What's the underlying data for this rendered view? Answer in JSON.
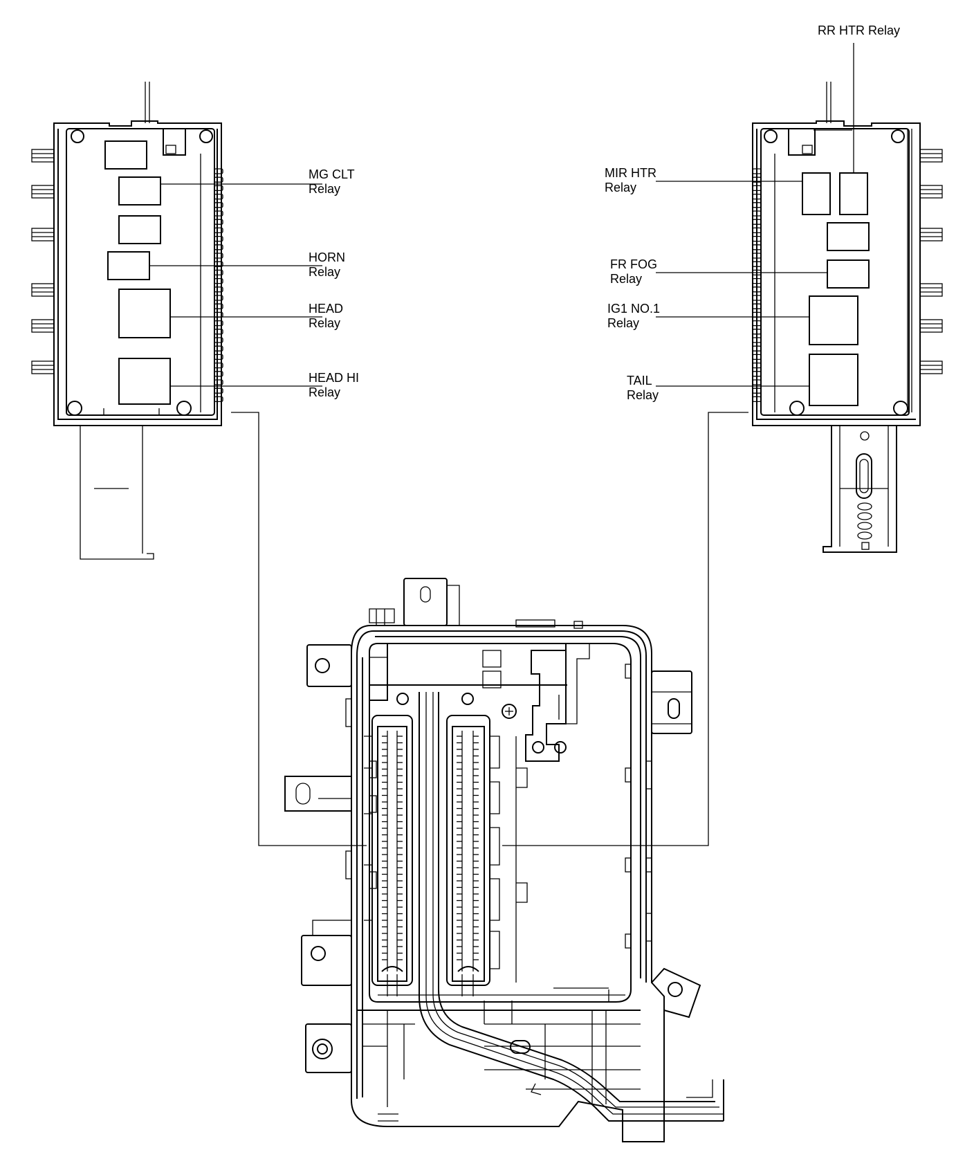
{
  "labels": {
    "mg_clt": [
      "MG CLT",
      "Relay"
    ],
    "horn": [
      "HORN",
      "Relay"
    ],
    "head": [
      "HEAD",
      "Relay"
    ],
    "head_hi": [
      "HEAD HI",
      "Relay"
    ],
    "rr_htr": "RR HTR Relay",
    "mir_htr": [
      "MIR HTR",
      "Relay"
    ],
    "fr_fog": [
      "FR FOG",
      "Relay"
    ],
    "ig1_no1": [
      "IG1 NO.1",
      "Relay"
    ],
    "tail": [
      "TAIL",
      "Relay"
    ]
  }
}
